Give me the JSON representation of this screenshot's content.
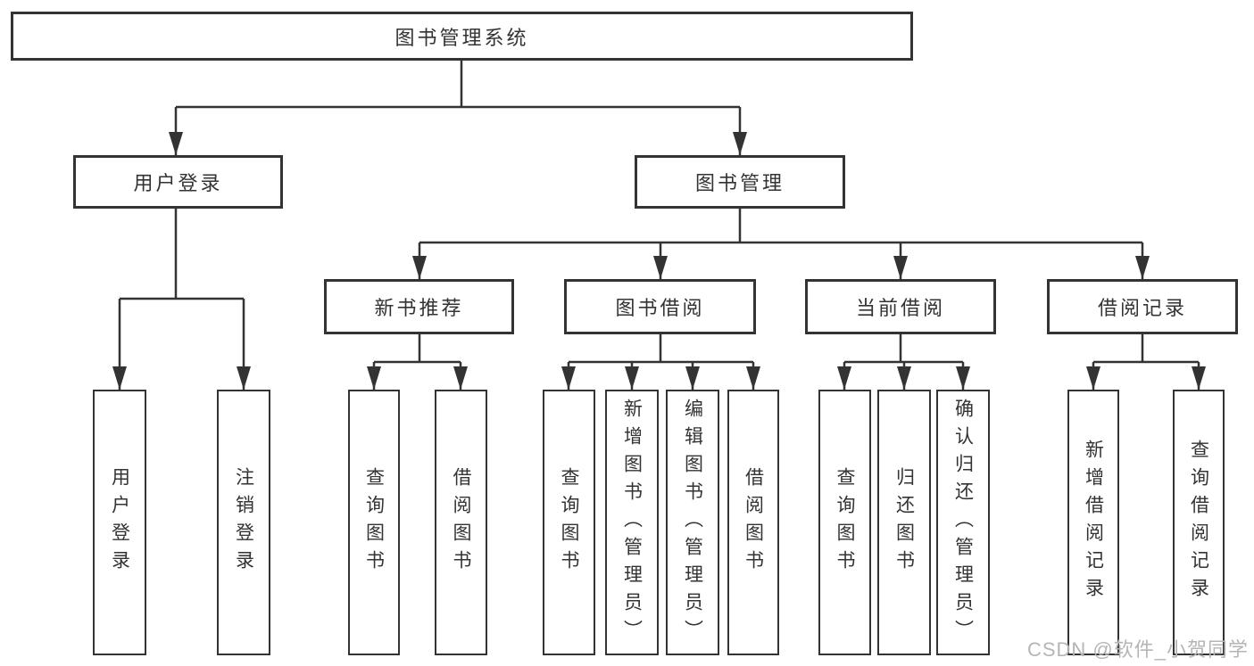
{
  "diagram": {
    "root": "图书管理系统",
    "branches": {
      "user_login": {
        "label": "用户登录",
        "children": [
          "用户登录",
          "注销登录"
        ]
      },
      "book_management": {
        "label": "图书管理",
        "sections": [
          {
            "label": "新书推荐",
            "children": [
              "查询图书",
              "借阅图书"
            ]
          },
          {
            "label": "图书借阅",
            "children": [
              "查询图书",
              "新增图书（管理员）",
              "编辑图书（管理员）",
              "借阅图书"
            ]
          },
          {
            "label": "当前借阅",
            "children": [
              "查询图书",
              "归还图书",
              "确认归还（管理员）"
            ]
          },
          {
            "label": "借阅记录",
            "children": [
              "新增借阅记录",
              "查询借阅记录"
            ]
          }
        ]
      }
    }
  },
  "watermark": "CSDN @软件_小贺同学",
  "colors": {
    "line": "#333333",
    "text": "#333333",
    "watermark": "#b5b5b5",
    "background": "#ffffff"
  }
}
